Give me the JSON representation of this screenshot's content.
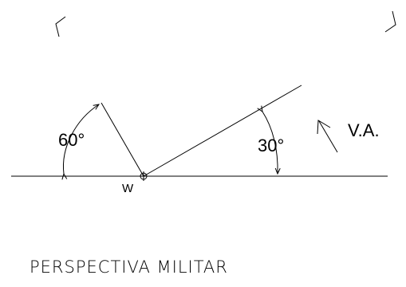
{
  "diagram": {
    "title": "PERSPECTIVA MILITAR",
    "angle_left_label": "60°",
    "angle_right_label": "30°",
    "point_label": "W",
    "view_label": "V.A.",
    "angle_left_deg": 60,
    "angle_right_deg": 30,
    "line_color": "#000000"
  }
}
